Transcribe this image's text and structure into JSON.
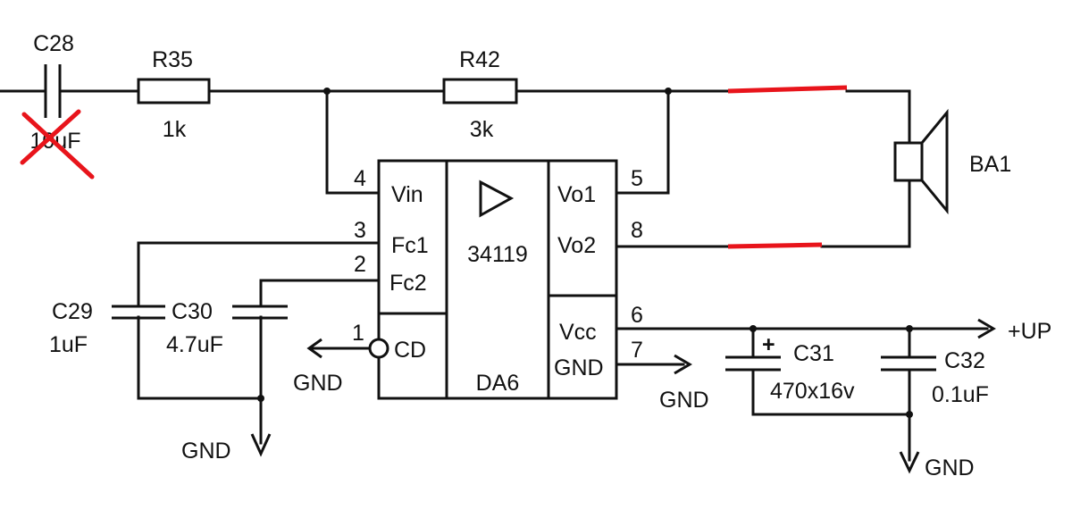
{
  "components": {
    "c28": {
      "ref": "C28",
      "value": "10uF"
    },
    "r35": {
      "ref": "R35",
      "value": "1k"
    },
    "r42": {
      "ref": "R42",
      "value": "3k"
    },
    "c29": {
      "ref": "C29",
      "value": "1uF"
    },
    "c30": {
      "ref": "C30",
      "value": "4.7uF"
    },
    "c31": {
      "ref": "C31",
      "value": "470x16v",
      "polarity": "+"
    },
    "c32": {
      "ref": "C32",
      "value": "0.1uF"
    },
    "ba1": {
      "ref": "BA1"
    }
  },
  "ic": {
    "part": "34119",
    "ref": "DA6",
    "pins": {
      "vin": {
        "name": "Vin",
        "number": "4"
      },
      "fc1": {
        "name": "Fc1",
        "number": "3"
      },
      "fc2": {
        "name": "Fc2",
        "number": "2"
      },
      "cd": {
        "name": "CD",
        "number": "1"
      },
      "vo1": {
        "name": "Vo1",
        "number": "5"
      },
      "vo2": {
        "name": "Vo2",
        "number": "8"
      },
      "vcc": {
        "name": "Vcc",
        "number": "6"
      },
      "gnd": {
        "name": "GND",
        "number": "7"
      }
    }
  },
  "nets": {
    "gnd_label": "GND",
    "supply_label": "+UP"
  },
  "markup": {
    "strike_color": "#e8141b",
    "wire_color": "#111111"
  }
}
